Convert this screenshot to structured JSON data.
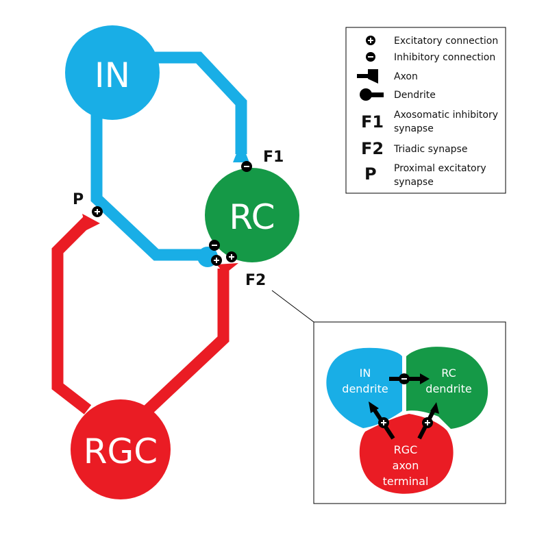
{
  "colors": {
    "in": "#19aee6",
    "rc": "#159947",
    "rgc": "#ea1c24",
    "line": "#000000",
    "background": "#ffffff"
  },
  "cells": {
    "in": "IN",
    "rc": "RC",
    "rgc": "RGC"
  },
  "synapses": {
    "f1": "F1",
    "f2": "F2",
    "p": "P",
    "plus": "+",
    "minus": "−"
  },
  "legend": {
    "items": [
      {
        "icon": "excitatory-icon",
        "symbol": "",
        "text": [
          "Excitatory connection"
        ]
      },
      {
        "icon": "inhibitory-icon",
        "symbol": "",
        "text": [
          "Inhibitory connection"
        ]
      },
      {
        "icon": "axon-icon",
        "symbol": "",
        "text": [
          "Axon"
        ]
      },
      {
        "icon": "dendrite-icon",
        "symbol": "",
        "text": [
          "Dendrite"
        ]
      },
      {
        "icon": "",
        "symbol": "F1",
        "text": [
          "Axosomatic inhibitory",
          "synapse"
        ]
      },
      {
        "icon": "",
        "symbol": "F2",
        "text": [
          "Triadic synapse"
        ]
      },
      {
        "icon": "",
        "symbol": "P",
        "text": [
          "Proximal excitatory",
          "synapse"
        ]
      }
    ]
  },
  "inset": {
    "in_dendrite": [
      "IN",
      "dendrite"
    ],
    "rc_dendrite": [
      "RC",
      "dendrite"
    ],
    "rgc_terminal": [
      "RGC",
      "axon",
      "terminal"
    ]
  }
}
